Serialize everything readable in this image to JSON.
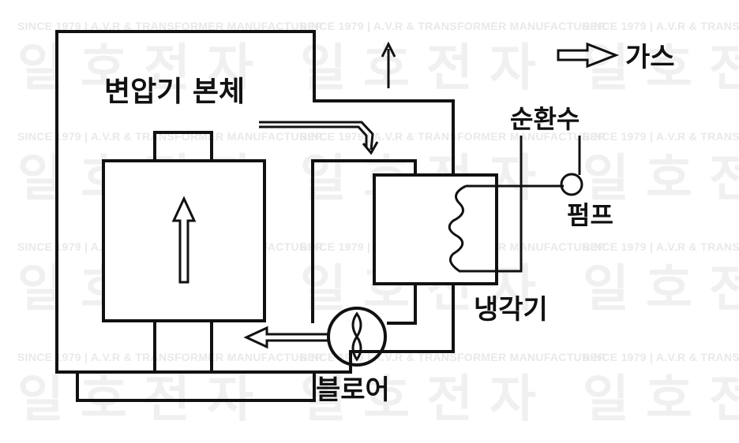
{
  "watermark": {
    "tagline": "SINCE 1979 | A.V.R & TRANSFORMER MANUFACTURER",
    "brand_chars": [
      "일",
      "호",
      "전",
      "자"
    ]
  },
  "labels": {
    "transformer_body": "변압기 본체",
    "gas": "가스",
    "circulating_water": "순환수",
    "pump": "펌프",
    "cooler": "냉각기",
    "blower": "블로어"
  },
  "colors": {
    "line": "#111111",
    "background": "#ffffff",
    "watermark": "#f0f0f0"
  }
}
